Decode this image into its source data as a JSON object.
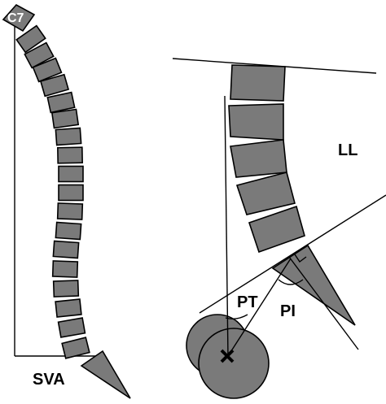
{
  "labels": {
    "c7": "C7",
    "sva": "SVA",
    "ll": "LL",
    "pt": "PT",
    "pi": "PI"
  },
  "colors": {
    "bone_fill": "#7a7a7a",
    "outline": "#000000",
    "background": "#ffffff"
  },
  "icons": {
    "hip_center_marker": "x-mark-icon"
  }
}
